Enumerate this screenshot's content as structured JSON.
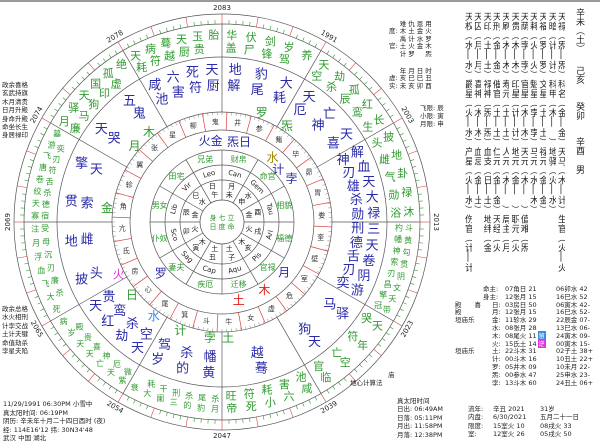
{
  "left_top_notes": [
    "政余喜格",
    "玄武持旗",
    "木月清贵",
    "日月升殿",
    "身命升殿",
    "命坐长生",
    "身居禄印"
  ],
  "left_bottom_notes": [
    "政余总格",
    "水火相刑",
    "计孛交战",
    "土计夫犍",
    "命值劫杀",
    "孛星夫陷"
  ],
  "birth_info": {
    "datetime": "11/29/1991 06:30PM 小雪中",
    "true_solar": "真太阳时间: 06:19PM",
    "lunar": "阴历: 辛未年十月二十四日酉时 (夜)",
    "coords": "经: 114E16'12  纬: 30N34'48",
    "place": "武汉 中国 湖北"
  },
  "colors": {
    "green": "#2e9a2e",
    "blue": "#2a2aa8",
    "red": "#e02020",
    "tick_red": "#d84040",
    "olive": "#a08a00",
    "magenta": "#e030e0",
    "lightblue": "#3a8ee0"
  },
  "chart": {
    "year_labels": [
      "2083",
      "1991",
      "2003",
      "2013",
      "2023",
      "2039",
      "2047",
      "2054",
      "2065",
      "2069",
      "2074",
      "2078"
    ],
    "sectors": [
      {
        "green": [
          "华盖",
          "伏尸",
          "剑锋",
          "岁驾",
          "养"
        ],
        "blue": [
          "地解",
          "豹尾",
          "大耗"
        ]
      },
      {
        "green": [
          "天空",
          "劫杀",
          "孤辰",
          "红鸾",
          "长生"
        ],
        "blue": [
          "天厄",
          "亡神",
          "天喜"
        ]
      },
      {
        "green": [
          "披头",
          "地雌",
          "卦气",
          "禄勋",
          "沐浴"
        ],
        "blue": [
          "解神",
          "血刃",
          "天雄",
          "大杀",
          "禄勋"
        ]
      },
      {
        "green": [
          "斗杓",
          "黄幡",
          "勾神",
          "贯索",
          "阴刃",
          "文昌",
          "天擎",
          "带冠"
        ],
        "blue": [
          "三刑",
          "天德",
          "卷舌",
          "阴刃",
          "游奕"
        ]
      },
      {
        "green": [
          "天哭",
          "年符",
          "空亡",
          "临官"
        ],
        "blue": [
          "驿马",
          "天狗"
        ]
      },
      {
        "green": [
          "咸池",
          "六害",
          "小耗",
          "死符",
          "帝旺"
        ],
        "blue": [
          "蓦越"
        ]
      },
      {
        "green": [
          "月杀",
          "豹尾",
          "的杀",
          "三刑",
          "阑干",
          "大耗",
          "衰"
        ],
        "blue": [
          "黄幡",
          "的杀",
          "岁驾"
        ]
      },
      {
        "green": [
          "紫微",
          "天厄",
          "亡神",
          "天喜",
          "天贵",
          "岁殿",
          "病"
        ],
        "blue": [
          "天空",
          "劫杀",
          "红鸾",
          "天贵"
        ]
      },
      {
        "green": [
          "死",
          "大杀",
          "飞廉",
          "血刃",
          "浮沉",
          "月母",
          "注受"
        ],
        "blue": [
          "披头",
          "地雌"
        ]
      },
      {
        "green": [
          "寡宿",
          "天德",
          "绞杀",
          "卷舌",
          "唐符",
          "飞刃",
          "游奕",
          "墓"
        ],
        "blue": [
          "贯索",
          "擎天"
        ]
      },
      {
        "green": [
          "月廉",
          "驿马",
          "天狗",
          "国印",
          "孤虚",
          "绝"
        ],
        "blue": [
          "天哭",
          "五鬼"
        ]
      },
      {
        "green": [
          "天耗",
          "病符",
          "蓦越",
          "天厨",
          "玉贵",
          "胎"
        ],
        "blue": [
          "咸池",
          "六害",
          "死符",
          "天厨"
        ]
      }
    ],
    "mansions": [
      "井",
      "参",
      "觜",
      "毕",
      "昴",
      "胃",
      "娄",
      "奎",
      "壁",
      "室",
      "危",
      "虚",
      "女",
      "牛",
      "斗",
      "箕",
      "尾",
      "心",
      "房",
      "氐",
      "亢",
      "角",
      "轸",
      "翼",
      "张",
      "星",
      "柳",
      "鬼"
    ],
    "planets": [
      {
        "label": "火金",
        "color": "#2a2aa8"
      },
      {
        "label": "炁日",
        "color": "#2a2aa8"
      },
      {
        "label": "水",
        "color": "#a08a00"
      },
      {
        "label": "计",
        "color": "#2a2aa8"
      },
      {
        "label": "孛",
        "color": "#2a2aa8"
      },
      {
        "label": "月",
        "color": "#2a2aa8"
      },
      {
        "label": "木",
        "color": "#e02020"
      },
      {
        "label": "土",
        "color": "#e02020"
      },
      {
        "label": "罗",
        "color": "#2a2aa8"
      },
      {
        "label": "水",
        "color": "#3a8ee0"
      },
      {
        "label": "火",
        "color": "#e030e0"
      },
      {
        "label": "日",
        "color": "#2e9a2e"
      },
      {
        "label": "计",
        "color": "#2e9a2e"
      },
      {
        "label": "孛",
        "color": "#2e9a2e"
      },
      {
        "label": "土",
        "color": "#2e9a2e"
      },
      {
        "label": "金",
        "color": "#2e9a2e"
      },
      {
        "label": "月",
        "color": "#2e9a2e"
      },
      {
        "label": "木",
        "color": "#2e9a2e"
      },
      {
        "label": "罗",
        "color": "#2e9a2e"
      },
      {
        "label": "炁",
        "color": "#2e9a2e"
      }
    ],
    "palaces": [
      "财帛",
      "命宫",
      "相貌",
      "福德",
      "官禄",
      "迁移",
      "疾厄",
      "妻夫",
      "仆奴",
      "男女",
      "田宅",
      "兄弟"
    ],
    "zodiac": [
      "Can",
      "Gem",
      "Tau",
      "Ari",
      "Pis",
      "Aqu",
      "Cap",
      "Sag",
      "Sco",
      "Lib",
      "Vir",
      "Leo"
    ],
    "branches": [
      [
        "月",
        "未"
      ],
      [
        "水",
        "申"
      ],
      [
        "酉",
        "金"
      ],
      [
        "戌",
        "火"
      ],
      [
        "亥",
        "木"
      ],
      [
        "子",
        "土"
      ],
      [
        "丑",
        "土"
      ],
      [
        "寅",
        "木"
      ],
      [
        "卯",
        "火"
      ],
      [
        "辰",
        "金"
      ],
      [
        "巳",
        "水"
      ],
      [
        "日",
        "午"
      ]
    ],
    "center": [
      "身日",
      "七度",
      "立命"
    ]
  },
  "info_block": {
    "header1": [
      "难",
      "仇",
      "恩",
      "用"
    ],
    "du_label": "度:",
    "du": [
      "木",
      "土",
      "金",
      "火"
    ],
    "mid": [
      "禹",
      "计",
      "水",
      "罗"
    ],
    "guan_label": "官:",
    "guan": [
      "土",
      "火",
      "金",
      "木"
    ],
    "low": [
      "计",
      "罗",
      "",
      "炁"
    ],
    "header2": [
      "年",
      "月",
      "日",
      "时"
    ],
    "xu_label": "虚:",
    "xu": [
      "亥",
      "巳",
      "巳",
      "丑"
    ],
    "shi_label": "实:",
    "shi": [
      "未",
      "亥",
      "卯",
      "酉"
    ]
  },
  "limits": [
    {
      "label": "飞限:",
      "value": "辰"
    },
    {
      "label": "小限:",
      "value": "寅"
    },
    {
      "label": "月限:",
      "value": "申"
    }
  ],
  "star_columns": [
    "天权︵水│水︶爵星︵火│水︶产星︵火│水︶伤官︵计│计",
    "天囚︵月│月︶喜神︵木│木︶血忌︵金│土︶",
    "天印︵土│土︶禄神︵炁│炁︶血支︵日│土︶地纬︵金",
    "天刑︵金│金︶催官︵土│土︶仁元︵金│金︶天经︵火",
    "天刷︵木│木︶寿元︵土│土︶人元︵木│　︶局主︵月",
    "天贵︵木│木︶印星︵计│计︶地元︵金│　︶职元︵火",
    "天荫︵孛│孛︶官星︵木│木︶天元︵木│　︶值难︵炁",
    "天耗︵火│火︶魁星︵孛│孛︶马元︵水│木︶",
    "天福︵罗│罗︶文星︵土│土︶禄元︵金│金︶",
    "天暗︵计│计︶科甲︵木│　︶地驿︵火│水︶",
    "天禄︵炁│炁︶科名︵金│金︶天马︵木│计︶生官︵火│火"
  ],
  "pillars": [
    "辛未︵土︶",
    "己亥",
    "癸卯",
    "辛酉",
    "男"
  ],
  "positions": [
    {
      "side": "",
      "key": "命主:",
      "v1": "07角日 21",
      "badge": "",
      "v2": "06卯水 42"
    },
    {
      "side": "",
      "key": "身主:",
      "v1": "12张月 15",
      "badge": "",
      "v2": "16巳水 52"
    },
    {
      "side": "殿　　喜",
      "key": "日:",
      "v1": "03房日 50",
      "badge": "",
      "v2": "06寅木 42-"
    },
    {
      "side": "殿",
      "key": "月:",
      "v1": "12张月 15",
      "badge": "",
      "v2": "16巳水 52-"
    },
    {
      "side": "垣庙乐",
      "key": "金:",
      "v1": "11轸水 29",
      "badge": "",
      "v2": "22辰金 07-"
    },
    {
      "side": "",
      "key": "水:",
      "v1": "08张月 28",
      "badge": "",
      "v2": "13巳水 06-"
    },
    {
      "side": "",
      "key": "木:",
      "v1": "08尾火 11",
      "badge": "留",
      "v2": "24寅木 09-"
    },
    {
      "side": "",
      "key": "火:",
      "v1": "15氐土 14",
      "badge": "逆",
      "v2": "00寅木 15-"
    },
    {
      "side": "垣庙乐",
      "key": "土:",
      "v1": "22斗木 31",
      "badge": "",
      "v2": "02子土 38+"
    },
    {
      "side": "",
      "key": "计:",
      "v1": "00斗木 16",
      "badge": "",
      "v2": "10丑土 22+"
    },
    {
      "side": "",
      "key": "罗:",
      "v1": "05井木 09",
      "badge": "",
      "v2": "10未月 22-"
    },
    {
      "side": "庙",
      "key": "炁:",
      "v1": "00参水 47",
      "badge": "",
      "v2": "25申水 23-"
    },
    {
      "side": "",
      "key": "孛:",
      "v1": "13斗木 60",
      "badge": "",
      "v2": "24丑土 06+"
    }
  ],
  "badge_colors": {
    "留": "#3a8ee0",
    "逆": "#e030e0"
  },
  "calc_method": "地心计算法",
  "sun_times": {
    "title": "真太阳时间",
    "rows": [
      "日出: 06:49AM",
      "日落: 05:11PM",
      "月出: 11:58PM",
      "月落: 12:38PM"
    ]
  },
  "flow": [
    {
      "key": "流年:",
      "v1": "辛丑  2021",
      "v2": "31岁"
    },
    {
      "key": "内盘:",
      "v1": "6/30/2021",
      "v2": "五月二十一日"
    },
    {
      "key": "限度:",
      "v1": "15室火 10",
      "v2": "08戌火 33"
    },
    {
      "key": "室:",
      "v1": "12室火 26",
      "v2": "05戌火 50"
    }
  ]
}
